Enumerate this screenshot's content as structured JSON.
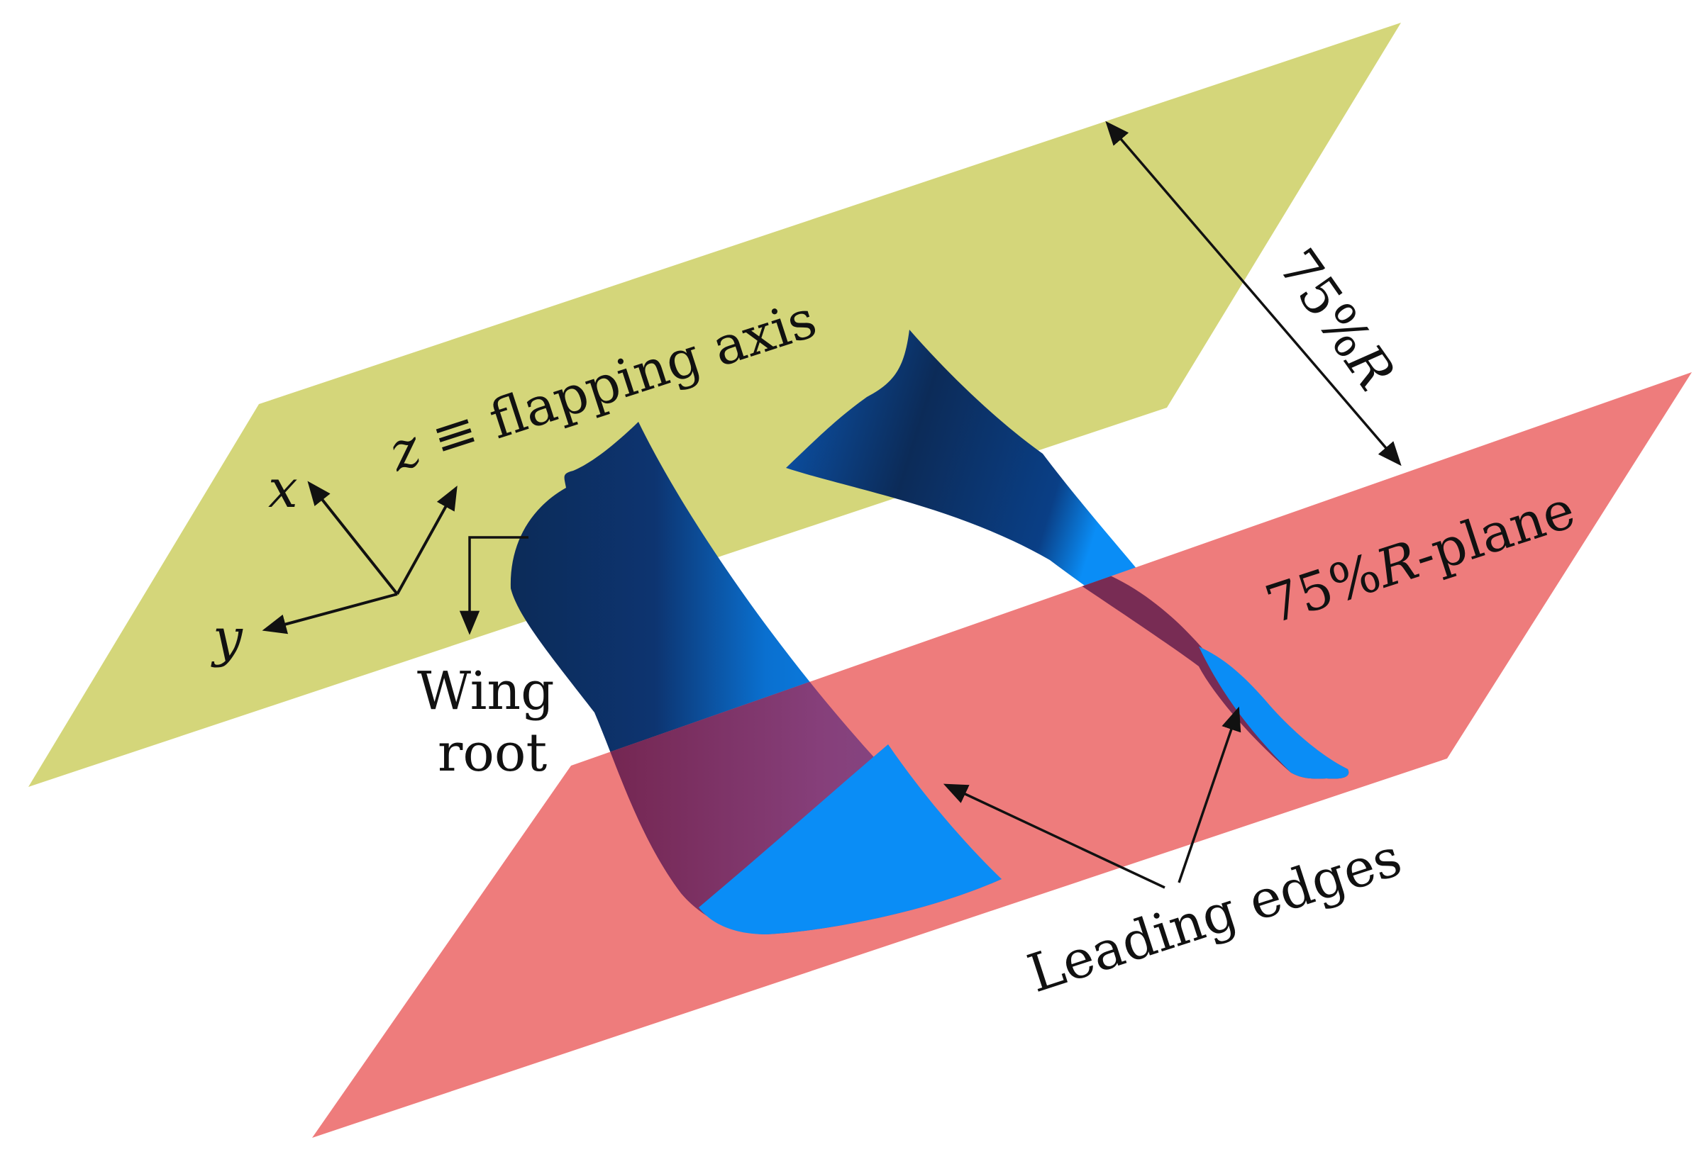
{
  "colors": {
    "flapping_plane": "#d4d67a",
    "r75_plane": "#ee7c7c",
    "wing_light": "#0a8df6",
    "wing_dark": "#0c2b58",
    "wing_overlap": "#7a2f6a",
    "ink": "#111111"
  },
  "labels": {
    "flapping_axis": {
      "var": "z",
      "rest": " ≡ flapping axis"
    },
    "axis_x": "x",
    "axis_y": "y",
    "distance": {
      "num": "75%",
      "var": "R"
    },
    "plane": {
      "num": "75%",
      "var": "R",
      "rest": "-plane"
    },
    "wing_root_line1": "Wing",
    "wing_root_line2": "root",
    "leading_edges": "Leading edges"
  }
}
